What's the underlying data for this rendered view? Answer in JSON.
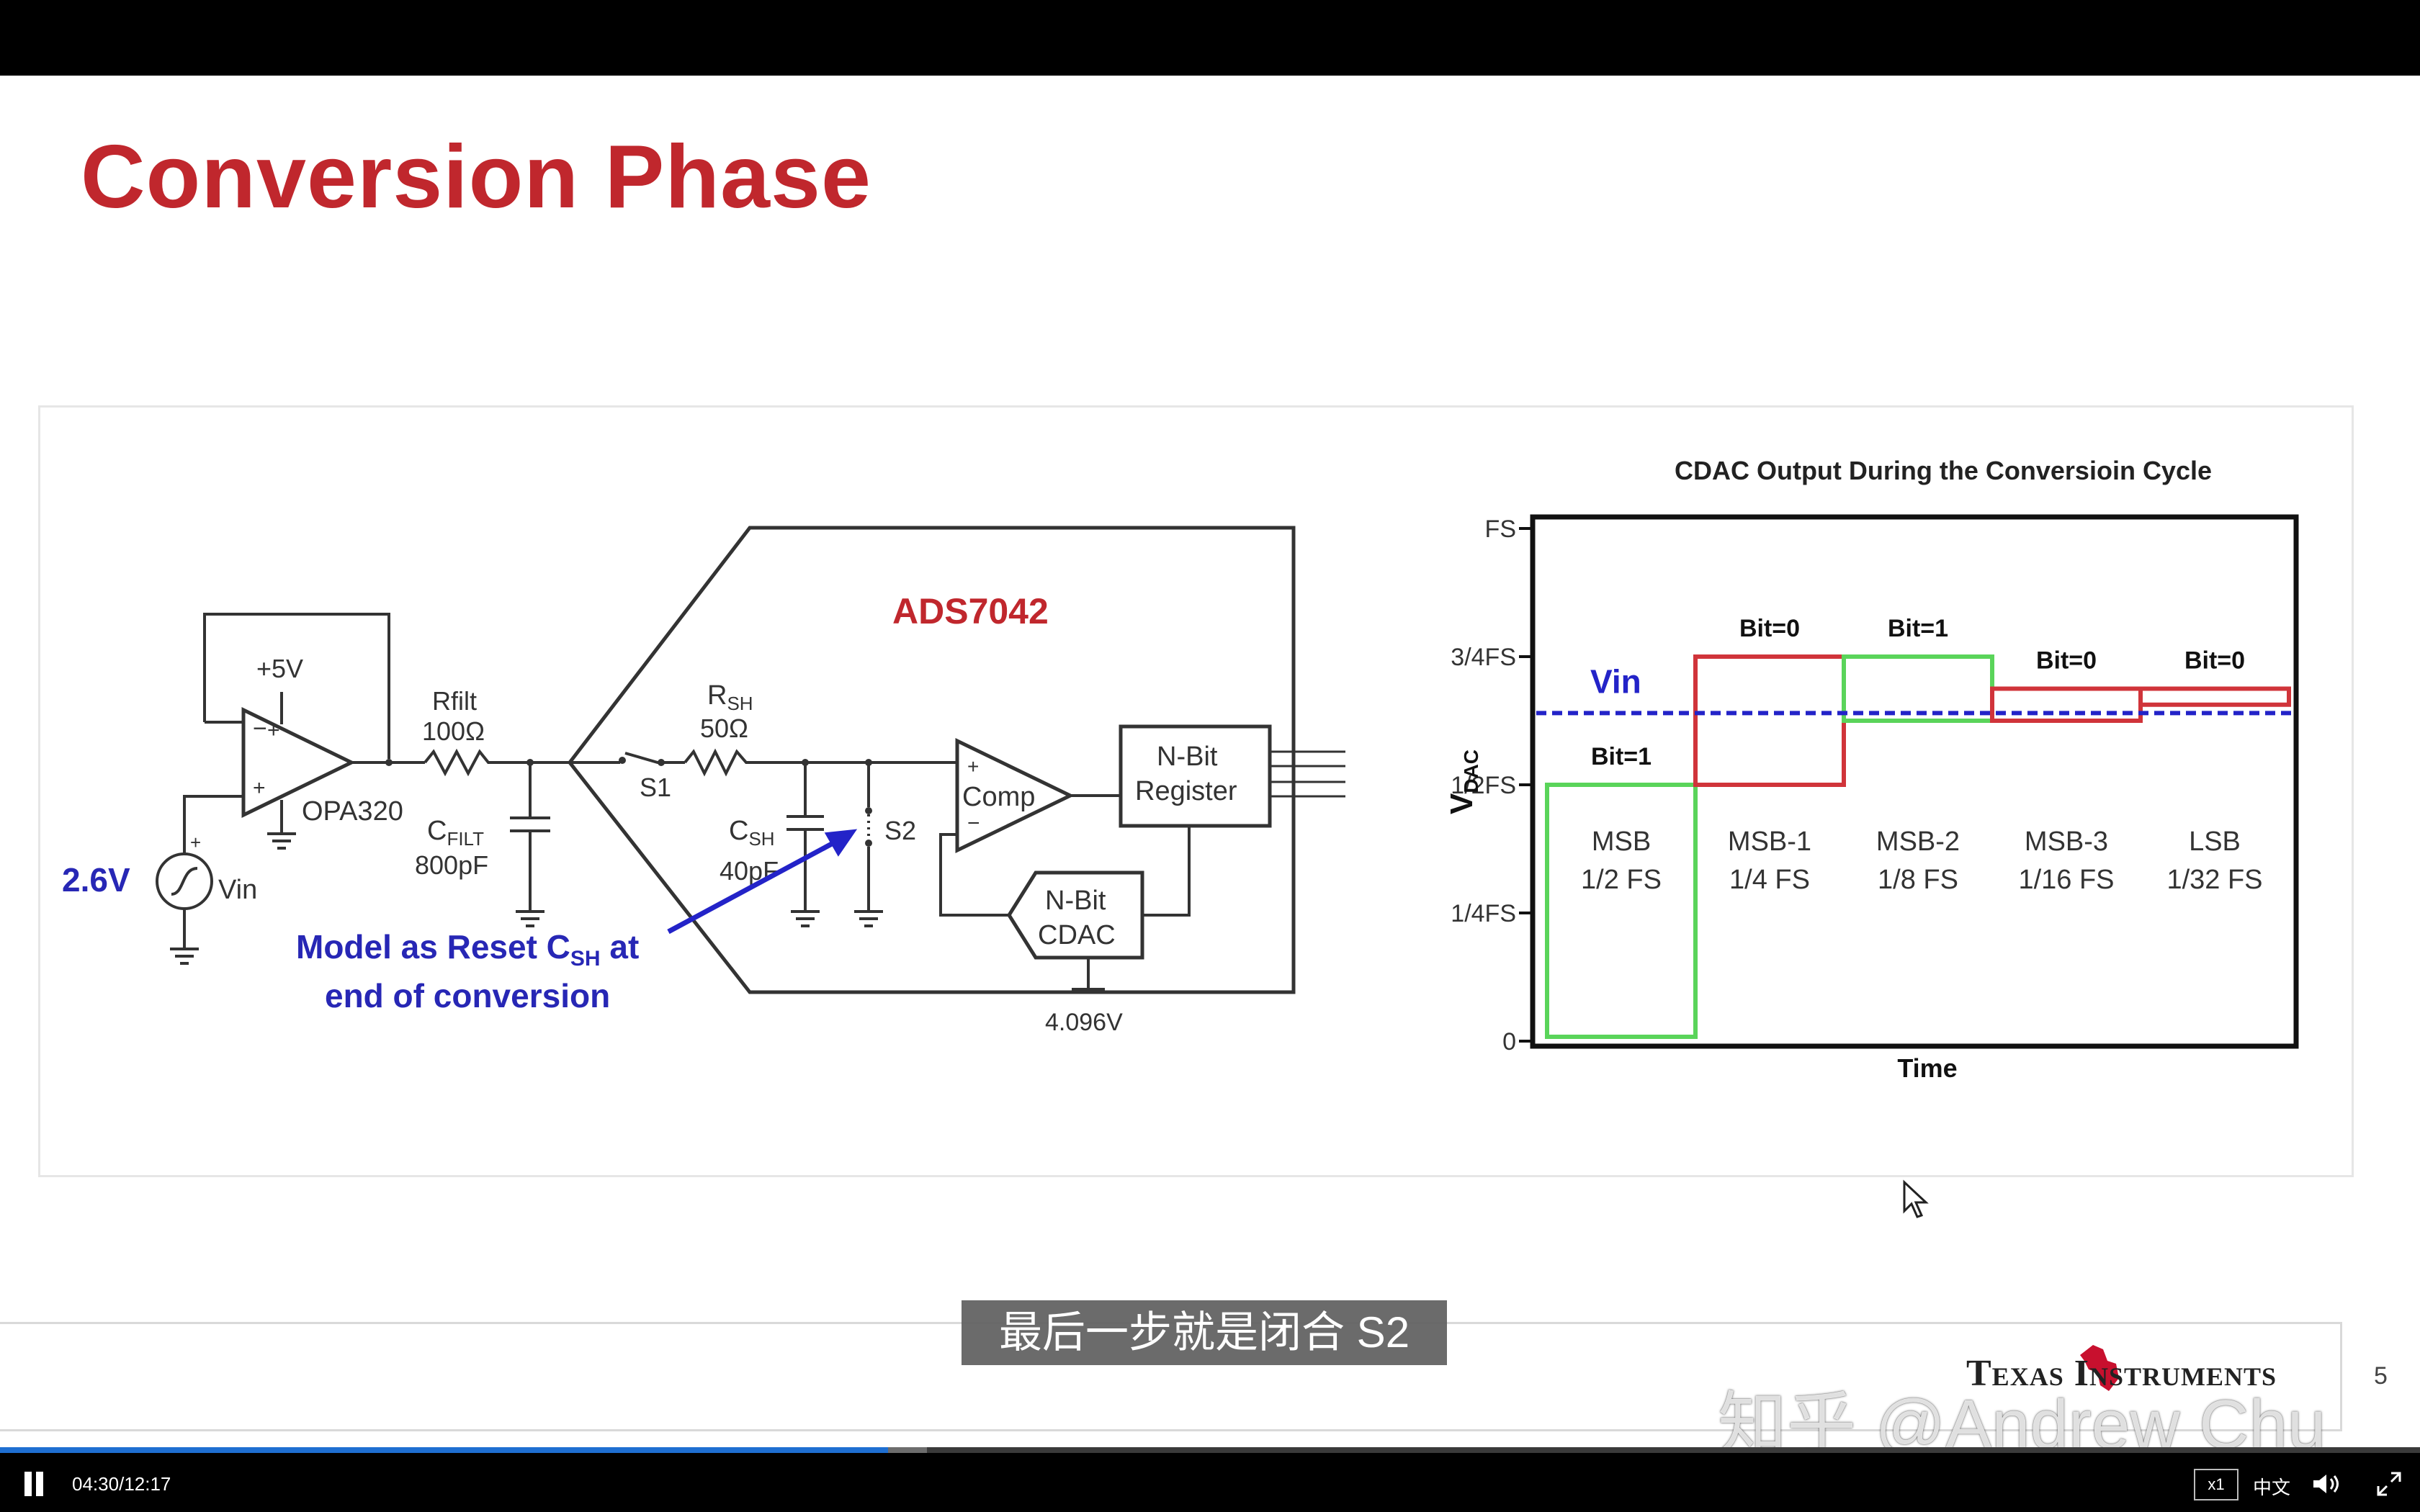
{
  "slide": {
    "title": "Conversion Phase",
    "page_number": "5",
    "subtitle": "最后一步就是闭合 S2",
    "brand": "Texas Instruments",
    "watermark": "知乎 @Andrew Chu"
  },
  "circuit": {
    "supply": "+5V",
    "rfilt_name": "Rfilt",
    "rfilt_value": "100Ω",
    "opamp": "OPA320",
    "cfilt_name": "C",
    "cfilt_sub": "FILT",
    "cfilt_value": "800pF",
    "source_voltage": "2.6V",
    "source_label": "Vin",
    "chip": "ADS7042",
    "rsh_name": "R",
    "rsh_sub": "SH",
    "rsh_value": "50Ω",
    "csh_name": "C",
    "csh_sub": "SH",
    "csh_value": "40pF",
    "s1": "S1",
    "s2": "S2",
    "comp": "Comp",
    "comp_plus": "+",
    "comp_minus": "−",
    "register_line1": "N-Bit",
    "register_line2": "Register",
    "cdac_line1": "N-Bit",
    "cdac_line2": "CDAC",
    "vref": "4.096V",
    "annotation_line1a": "Model as Reset C",
    "annotation_sub": "SH",
    "annotation_line1b": " at",
    "annotation_line2": "end of conversion"
  },
  "chart_data": {
    "type": "step",
    "title": "CDAC Output During the Conversioin Cycle",
    "xlabel": "Time",
    "ylabel": "V",
    "ylabel_sub": "DAC",
    "y_ticks": [
      "0",
      "1/4FS",
      "1/2FS",
      "3/4FS",
      "FS"
    ],
    "ylim": [
      0,
      1
    ],
    "vin_label": "Vin",
    "vin_level": 0.64,
    "colors": {
      "bit1": "#5ad45a",
      "bit0": "#d0343a",
      "vin": "#2323c8"
    },
    "steps": [
      {
        "name": "MSB",
        "weight": "1/2 FS",
        "level": 0.5,
        "bit": "Bit=1",
        "bit_value": 1
      },
      {
        "name": "MSB-1",
        "weight": "1/4 FS",
        "level": 0.75,
        "bit": "Bit=0",
        "bit_value": 0
      },
      {
        "name": "MSB-2",
        "weight": "1/8 FS",
        "level": 0.625,
        "bit": "Bit=1",
        "bit_value": 1
      },
      {
        "name": "MSB-3",
        "weight": "1/16 FS",
        "level": 0.6875,
        "bit": "Bit=0",
        "bit_value": 0
      },
      {
        "name": "LSB",
        "weight": "1/32 FS",
        "level": 0.65625,
        "bit": "Bit=0",
        "bit_value": 0
      }
    ]
  },
  "player": {
    "current_time": "04:30",
    "separator": "/",
    "duration": "12:17",
    "progress": 0.367,
    "buffered": 0.383,
    "speed": "x1",
    "language": "中文"
  }
}
